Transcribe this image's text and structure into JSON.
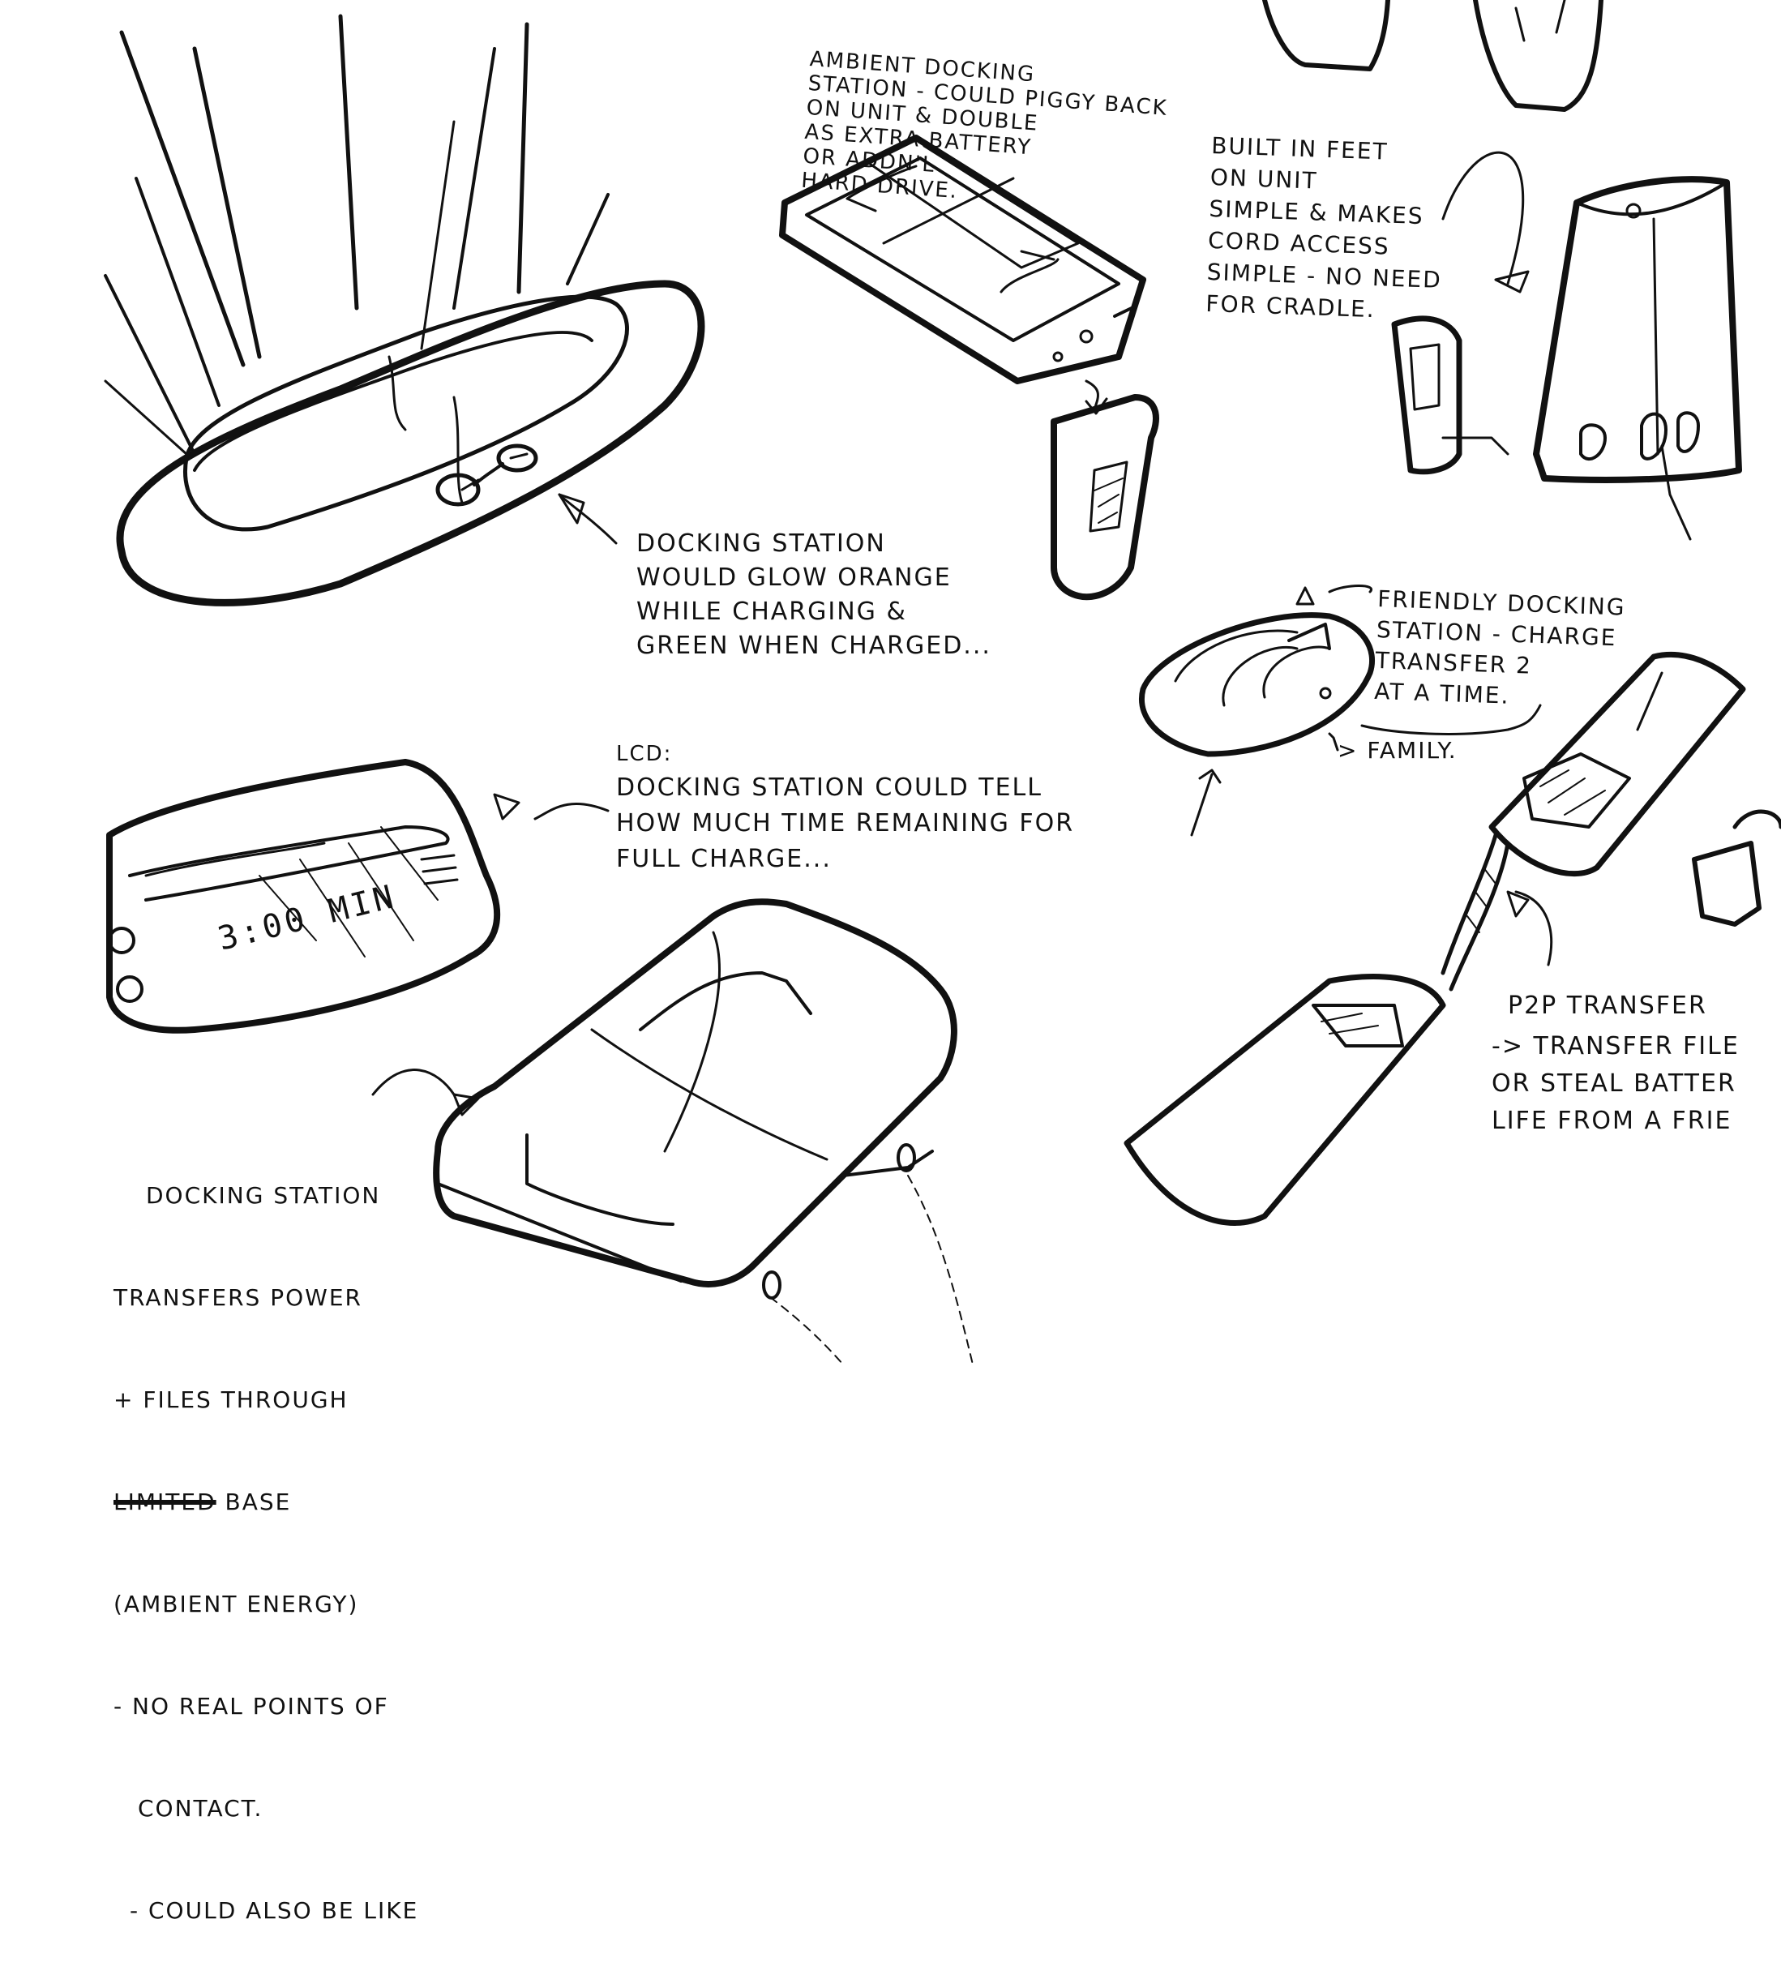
{
  "notes": {
    "ambient_docking": "AMBIENT DOCKING\nSTATION - COULD PIGGY BACK\nON UNIT & DOUBLE\nAS EXTRA BATTERY\nOR ADDN'L\nHARD DRIVE.",
    "built_in_feet": "BUILT IN FEET\nON UNIT\nSIMPLE & MAKES\nCORD ACCESS\nSIMPLE - NO NEED\nFOR CRADLE.",
    "glow": "DOCKING STATION\nWOULD GLOW ORANGE\nWHILE CHARGING &\nGREEN WHEN CHARGED...",
    "friendly": "FRIENDLY DOCKING\nSTATION - CHARGE\nTRANSFER 2\nAT A TIME.",
    "family": "> FAMILY.",
    "lcd_title": "LCD:",
    "lcd_body": "DOCKING STATION COULD TELL\nHOW MUCH TIME REMAINING FOR\nFULL CHARGE...",
    "p2p_title": "P2P TRANSFER",
    "p2p_body": "-> TRANSFER FILE\nOR STEAL BATTER\nLIFE FROM A FRIE",
    "transfers_line1": "DOCKING STATION",
    "transfers_line2": "TRANSFERS POWER",
    "transfers_line3": "+ FILES THROUGH",
    "transfers_struck": "LIMITED",
    "transfers_line4": " BASE",
    "transfers_line5": "(AMBIENT ENERGY)",
    "transfers_line6": "- NO REAL POINTS OF",
    "transfers_line7": "CONTACT.",
    "transfers_line8": "- COULD ALSO BE LIKE"
  },
  "lcd_display": "3:00 MIN"
}
